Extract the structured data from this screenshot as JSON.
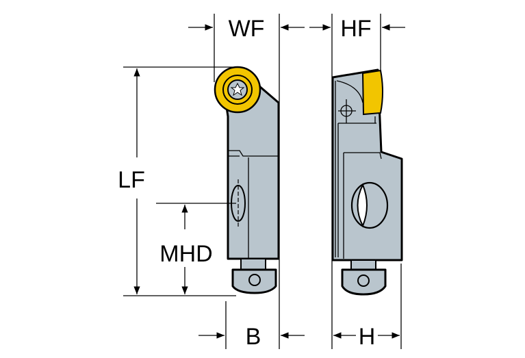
{
  "labels": {
    "wf": "WF",
    "hf": "HF",
    "lf": "LF",
    "mhd": "MHD",
    "b": "B",
    "h": "H"
  },
  "colors": {
    "body": "#b9c5cd",
    "insert": "#f2c500",
    "line": "#000000"
  }
}
